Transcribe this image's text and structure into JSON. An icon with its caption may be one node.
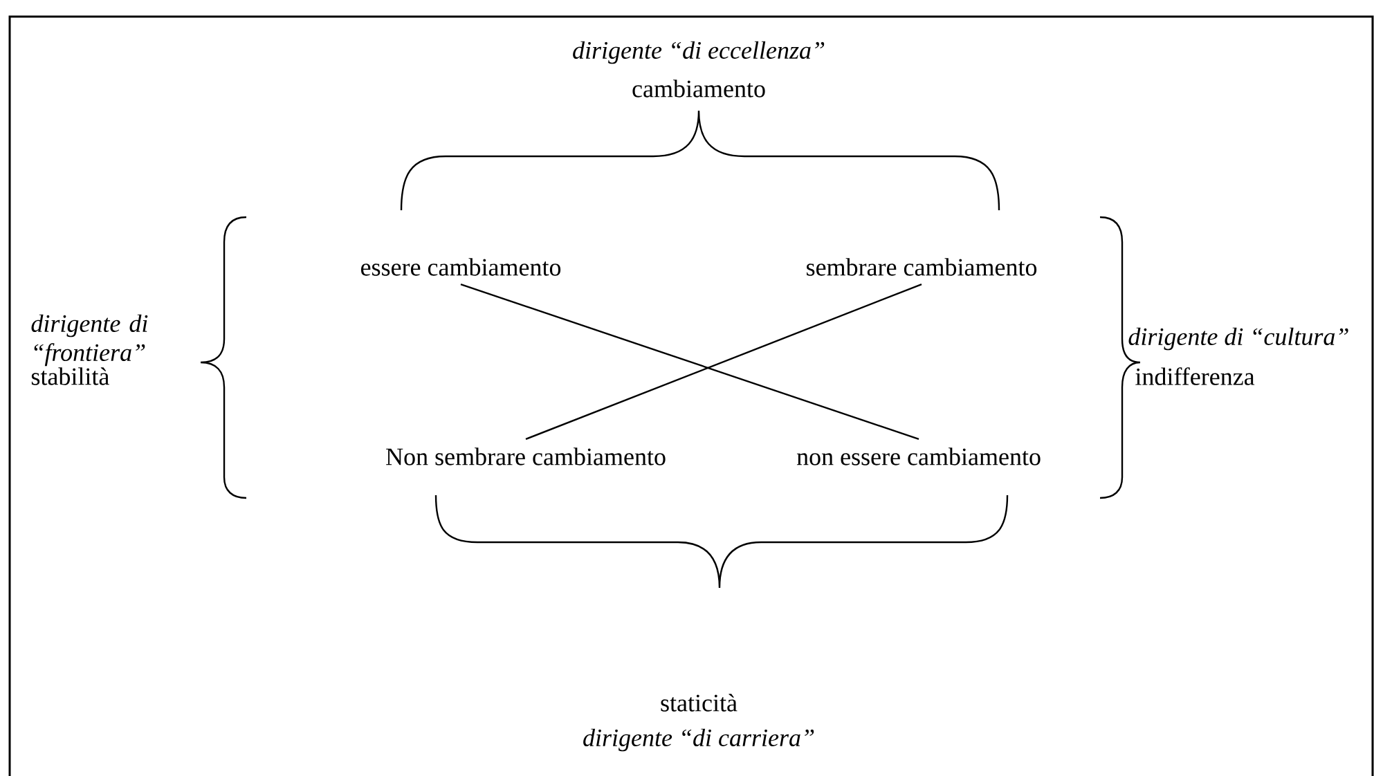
{
  "diagram": {
    "nodes": [
      {
        "text": [
          "essere cambiamento"
        ]
      },
      {
        "text": [
          "sembrare cambiamento"
        ]
      },
      {
        "text": [
          "Non sembrare  cambiamento"
        ]
      },
      {
        "text": [
          "non essere cambiamento"
        ]
      }
    ],
    "edges": [
      {
        "from": 0,
        "to": 3,
        "arrow": "none"
      },
      {
        "from": 1,
        "to": 2,
        "arrow": "none"
      }
    ],
    "labels": [
      "dirigente “di eccellenza”",
      "cambiamento",
      "dirigente di “frontiera”",
      "stabilità",
      "dirigente di “cultura”",
      "indifferenza",
      "staticità",
      "dirigente “di carriera”"
    ]
  }
}
